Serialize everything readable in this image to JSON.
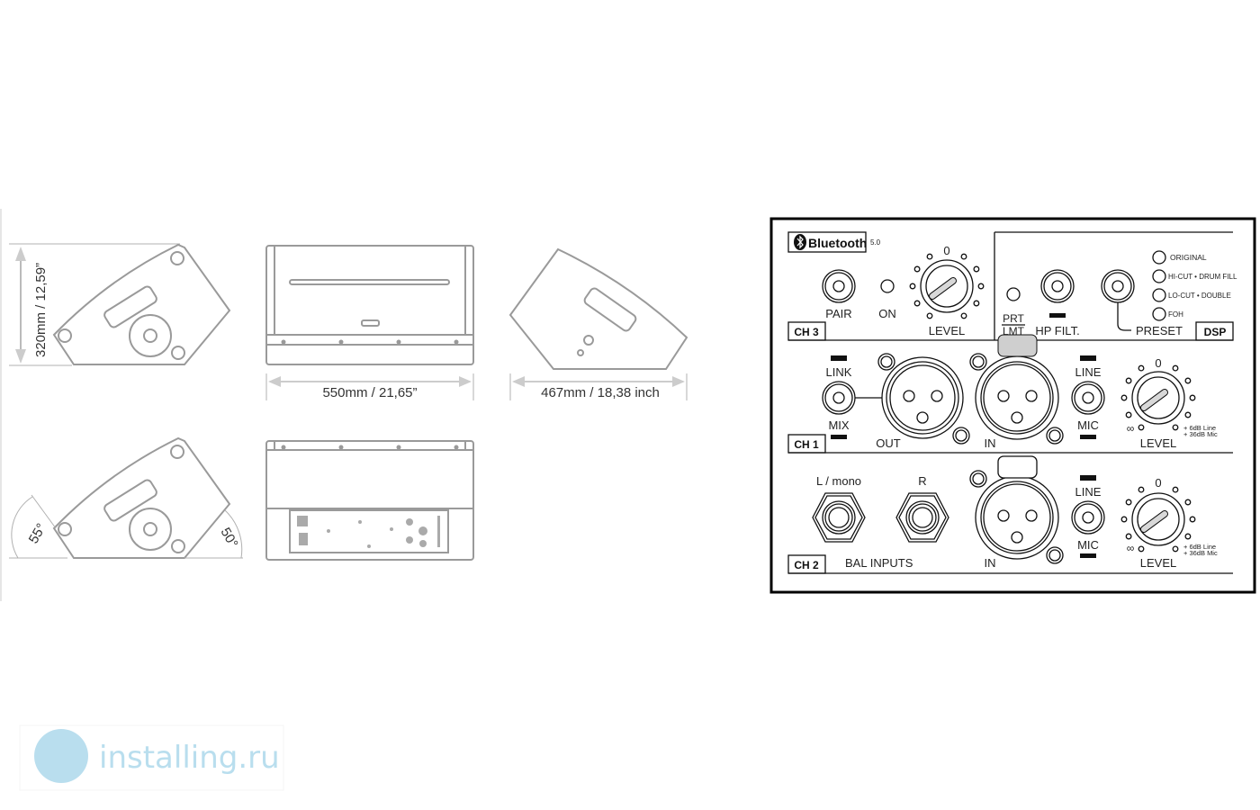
{
  "dimensions": {
    "height": "320mm / 12,59”",
    "width": "550mm / 21,65”",
    "depth": "467mm / 18,38 inch",
    "angle_left": "55°",
    "angle_right": "50°"
  },
  "panel": {
    "bluetooth_logo": "Bluetooth",
    "bluetooth_version": "5.0",
    "ch3": {
      "badge": "CH 3",
      "pair": "PAIR",
      "on": "ON",
      "level": "LEVEL",
      "zero": "0"
    },
    "dsp": {
      "prt": "PRT",
      "lmt": "LMT",
      "hp_filt": "HP FILT.",
      "preset": "PRESET",
      "badge": "DSP",
      "presets": [
        "ORIGINAL",
        "HI-CUT • DRUM FILL",
        "LO-CUT • DOUBLE",
        "FOH"
      ]
    },
    "ch1": {
      "badge": "CH 1",
      "link": "LINK",
      "mix": "MIX",
      "out": "OUT",
      "in": "IN",
      "line": "LINE",
      "mic": "MIC",
      "level": "LEVEL",
      "zero": "0",
      "gain_line": "+ 6dB Line",
      "gain_mic": "+ 36dB Mic",
      "inf": "∞"
    },
    "ch2": {
      "badge": "CH 2",
      "l_mono": "L / mono",
      "r": "R",
      "bal_inputs": "BAL  INPUTS",
      "in": "IN",
      "line": "LINE",
      "mic": "MIC",
      "level": "LEVEL",
      "zero": "0",
      "gain_line": "+ 6dB Line",
      "gain_mic": "+ 36dB Mic",
      "inf": "∞"
    }
  },
  "watermark": "installing.ru"
}
